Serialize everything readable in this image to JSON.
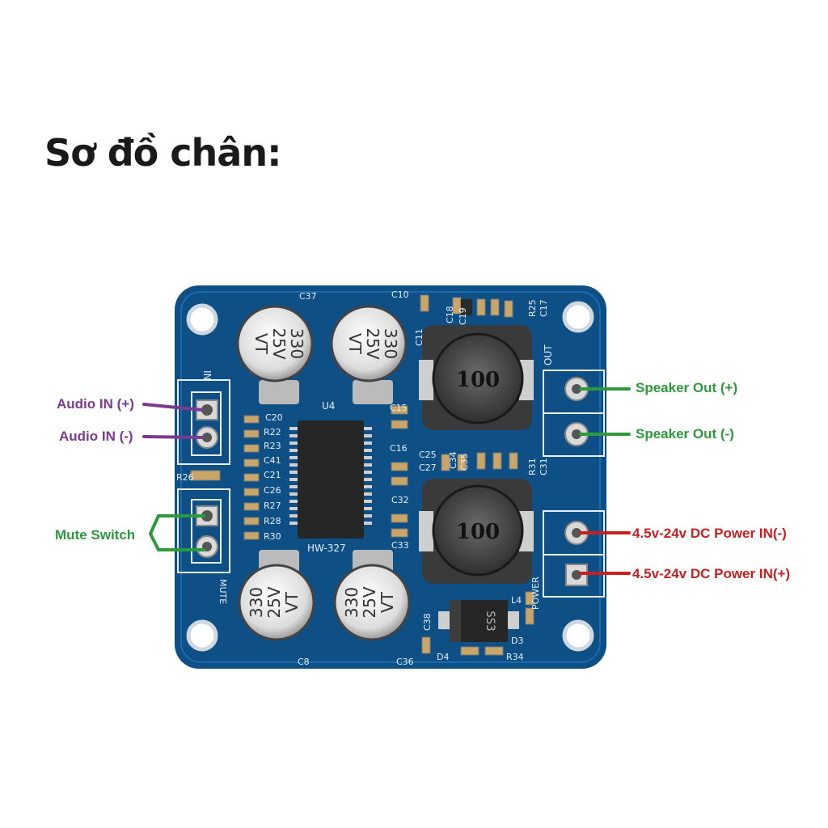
{
  "title": "Sơ đồ chân:",
  "labels": {
    "audio_in_plus": "Audio IN (+)",
    "audio_in_minus": "Audio IN (-)",
    "mute_switch": "Mute Switch",
    "speaker_out_plus": "Speaker Out (+)",
    "speaker_out_minus": "Speaker Out (-)",
    "power_in_minus": "4.5v-24v DC Power IN(-)",
    "power_in_plus": "4.5v-24v DC Power IN(+)"
  },
  "silkscreen": {
    "board_name": "HW-327",
    "ic_ref": "U4",
    "inductor_value": "100",
    "cap_text": [
      "330",
      "25V",
      "VT"
    ],
    "out": "OUT",
    "power": "POWER",
    "mute": "MUTE",
    "in": "IN",
    "diode": "SS3",
    "refs": [
      "C37",
      "C10",
      "C18",
      "C19",
      "R25",
      "C17",
      "C11",
      "C20",
      "C15",
      "R22",
      "R23",
      "C41",
      "C21",
      "C26",
      "R27",
      "R28",
      "R30",
      "C16",
      "C32",
      "C33",
      "C25",
      "C27",
      "C34",
      "C35",
      "R31",
      "C31",
      "R26",
      "C38",
      "D4",
      "R34",
      "D3",
      "L4",
      "C8",
      "C36"
    ]
  },
  "colors": {
    "pcb": "#0e4f86",
    "purple": "#7a3a8f",
    "green": "#2c9a3c",
    "red": "#c62020"
  }
}
